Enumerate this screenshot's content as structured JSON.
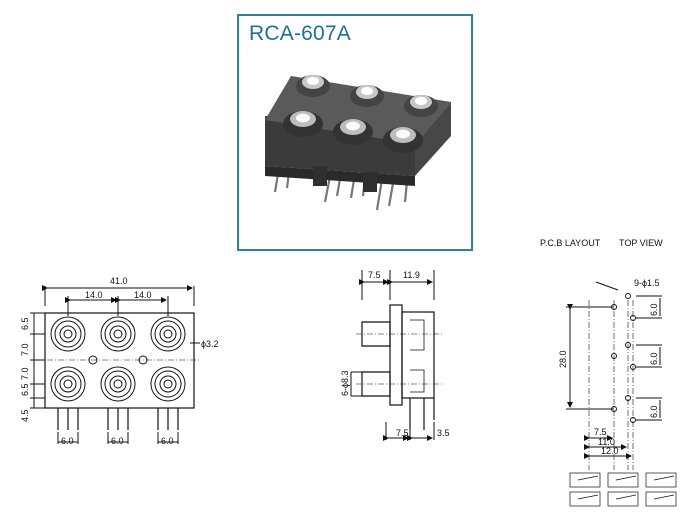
{
  "product": {
    "model": "RCA-607A"
  },
  "pcb_header": {
    "layout_label": "P.C.B LAYOUT",
    "view_label": "TOP VIEW"
  },
  "front_view": {
    "overall_width": "41.0",
    "pitch_left": "14.0",
    "pitch_right": "14.0",
    "hole_dia": "ϕ3.2",
    "v_dims": [
      "6.5",
      "7.0",
      "7.0",
      "6.5",
      "4.5"
    ],
    "pin_pitch": [
      "6.0",
      "6.0",
      "6.0"
    ]
  },
  "side_view": {
    "top_left": "7.5",
    "top_right": "11.9",
    "jack_dia": "6-ϕ8.3",
    "bottom_left": "7.5",
    "bottom_right": "3.5"
  },
  "pcb_view": {
    "holes": "9-ϕ1.5",
    "height": "28.0",
    "pair_pitch": [
      "6.0",
      "6.0",
      "6.0"
    ],
    "bottom_dims": [
      "7.5",
      "11.0",
      "12.0"
    ]
  }
}
